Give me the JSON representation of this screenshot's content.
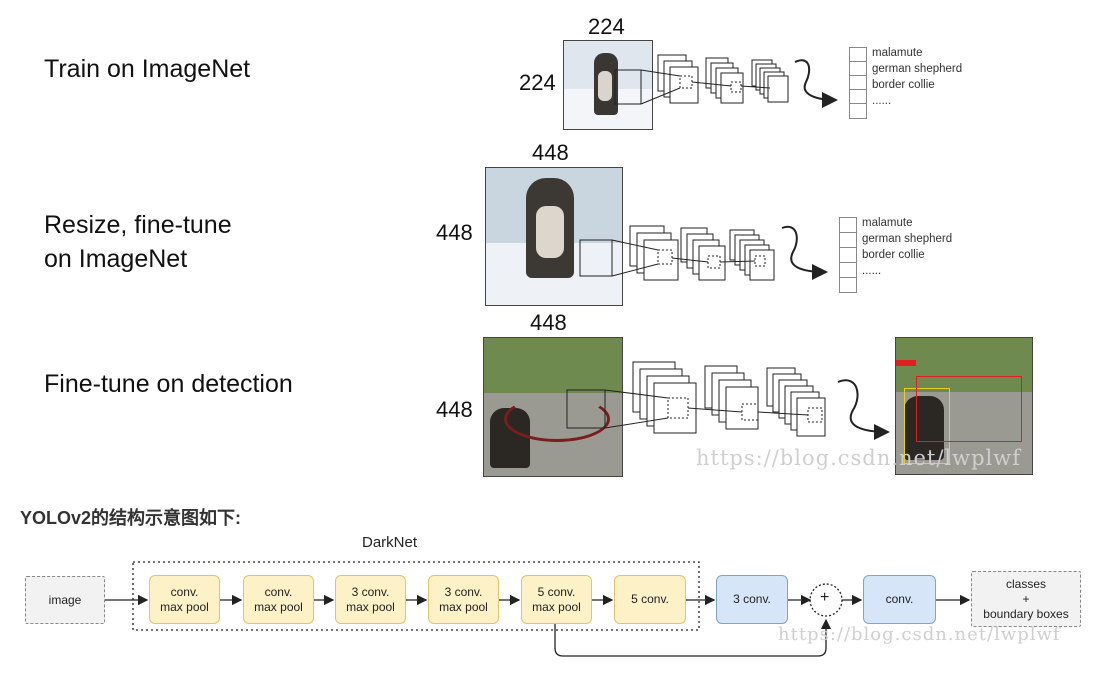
{
  "stages": [
    {
      "label": "Train on ImageNet",
      "size_top": "224",
      "size_side": "224",
      "classes": [
        "malamute",
        "german shepherd",
        "border collie",
        "......"
      ]
    },
    {
      "label_line1": "Resize, fine-tune",
      "label_line2": "on ImageNet",
      "size_top": "448",
      "size_side": "448",
      "classes": [
        "malamute",
        "german shepherd",
        "border collie",
        "......"
      ]
    },
    {
      "label": "Fine-tune on detection",
      "size_top": "448",
      "size_side": "448"
    }
  ],
  "watermark_top": "https://blog.csdn.net/lwplwf",
  "watermark_bottom": "https://blog.csdn.net/lwplwf",
  "heading": "YOLOv2的结构示意图如下:",
  "architecture": {
    "group_label": "DarkNet",
    "input": "image",
    "darknet_blocks": [
      "conv.\nmax pool",
      "conv.\nmax pool",
      "3 conv.\nmax pool",
      "3 conv.\nmax pool",
      "5 conv.\nmax pool",
      "5 conv."
    ],
    "after": [
      "3 conv.",
      "conv."
    ],
    "merge_symbol": "+",
    "output": "classes\n+\nboundary boxes"
  },
  "colors": {
    "yellow_fill": "#fdf1c8",
    "blue_fill": "#d7e5f8",
    "bbox_red": "#e02020",
    "bbox_yellow": "#e8d020"
  }
}
